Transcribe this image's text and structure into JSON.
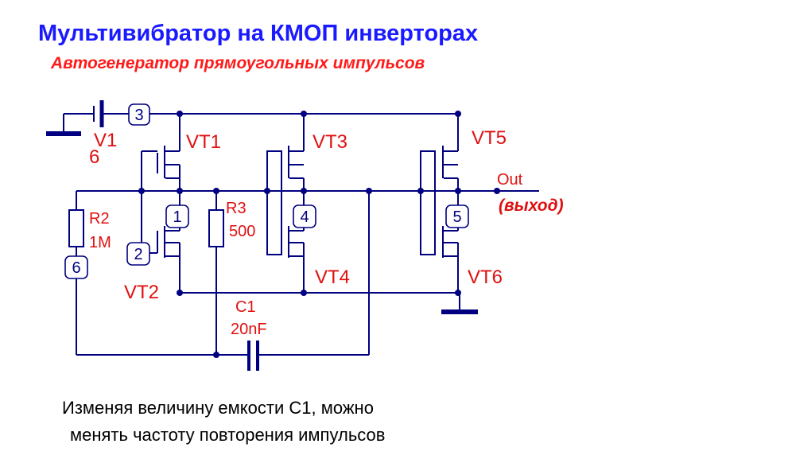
{
  "header": {
    "title": "Мультивибратор  на  КМОП инверторах",
    "subtitle": "Автогенератор прямоугольных  импульсов"
  },
  "components": {
    "v1": {
      "name": "V1",
      "value": "6"
    },
    "r2": {
      "name": "R2",
      "value": "1M"
    },
    "r3": {
      "name": "R3",
      "value": "500"
    },
    "c1": {
      "name": "C1",
      "value": "20nF"
    },
    "vt1": "VT1",
    "vt2": "VT2",
    "vt3": "VT3",
    "vt4": "VT4",
    "vt5": "VT5",
    "vt6": "VT6"
  },
  "nodes": [
    "1",
    "2",
    "3",
    "4",
    "5",
    "6"
  ],
  "output": {
    "label": "Out",
    "note": "(выход)"
  },
  "footer": {
    "line1": "Изменяя величину  емкости С1, можно",
    "line2": "менять  частоту  повторения  импульсов"
  },
  "colors": {
    "title": "#1a1aff",
    "labels": "#e01010",
    "wires": "#000080"
  }
}
